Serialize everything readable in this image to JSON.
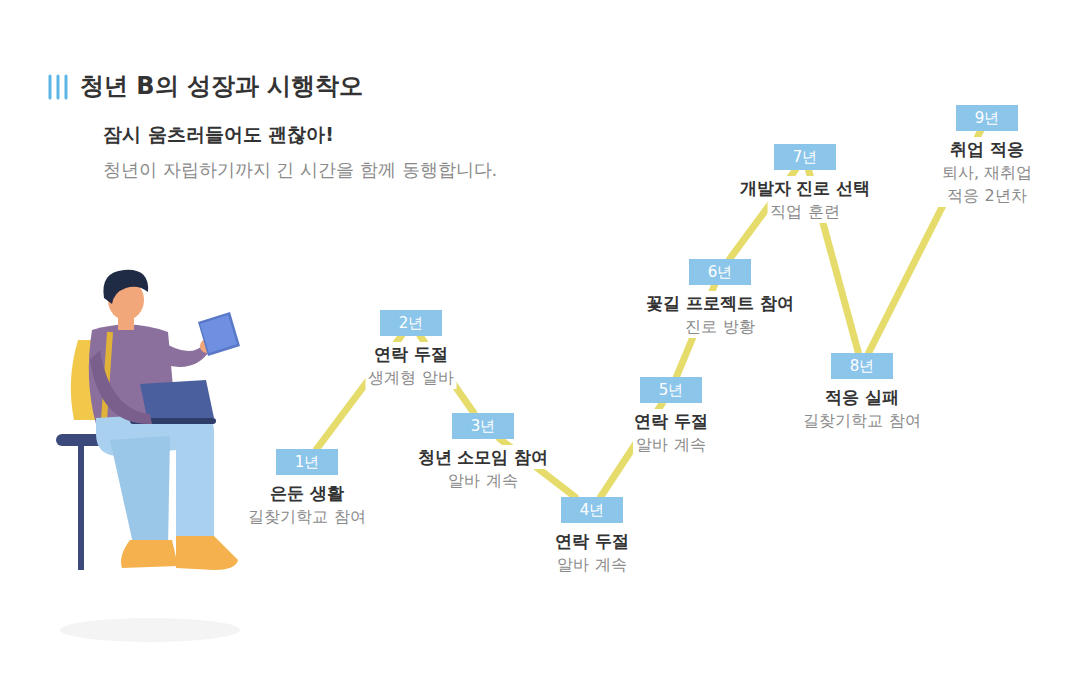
{
  "diagram": {
    "title": "청년 B의 성장과 시행착오",
    "nodes": [
      {
        "text": [
          "1년",
          "은둔 생활",
          "길찾기학교 참여"
        ]
      },
      {
        "text": [
          "2년",
          "연락 두절",
          "생계형 알바"
        ]
      },
      {
        "text": [
          "3년",
          "청년 소모임 참여",
          "알바 계속"
        ]
      },
      {
        "text": [
          "4년",
          "연락 두절",
          "알바 계속"
        ]
      },
      {
        "text": [
          "5년",
          "연락 두절",
          "알바 계속"
        ]
      },
      {
        "text": [
          "6년",
          "꽃길 프로젝트 참여",
          "진로 방황"
        ]
      },
      {
        "text": [
          "7년",
          "개발자 진로 선택",
          "직업 훈련"
        ]
      },
      {
        "text": [
          "8년",
          "적응 실패",
          "길찾기학교 참여"
        ]
      },
      {
        "text": [
          "9년",
          "취업 적응",
          "퇴사, 재취업 적응 2년차"
        ]
      }
    ],
    "edges": [
      {
        "from": 0,
        "to": 1,
        "arrow": "none"
      },
      {
        "from": 1,
        "to": 2,
        "arrow": "none"
      },
      {
        "from": 2,
        "to": 3,
        "arrow": "none"
      },
      {
        "from": 3,
        "to": 4,
        "arrow": "none"
      },
      {
        "from": 4,
        "to": 5,
        "arrow": "none"
      },
      {
        "from": 5,
        "to": 6,
        "arrow": "none"
      },
      {
        "from": 6,
        "to": 7,
        "arrow": "none"
      },
      {
        "from": 7,
        "to": 8,
        "arrow": "none"
      }
    ],
    "labels": [
      "잠시 움츠러들어도 괜찮아!",
      "청년이 자립하기까지 긴 시간을 함께 동행합니다."
    ]
  }
}
